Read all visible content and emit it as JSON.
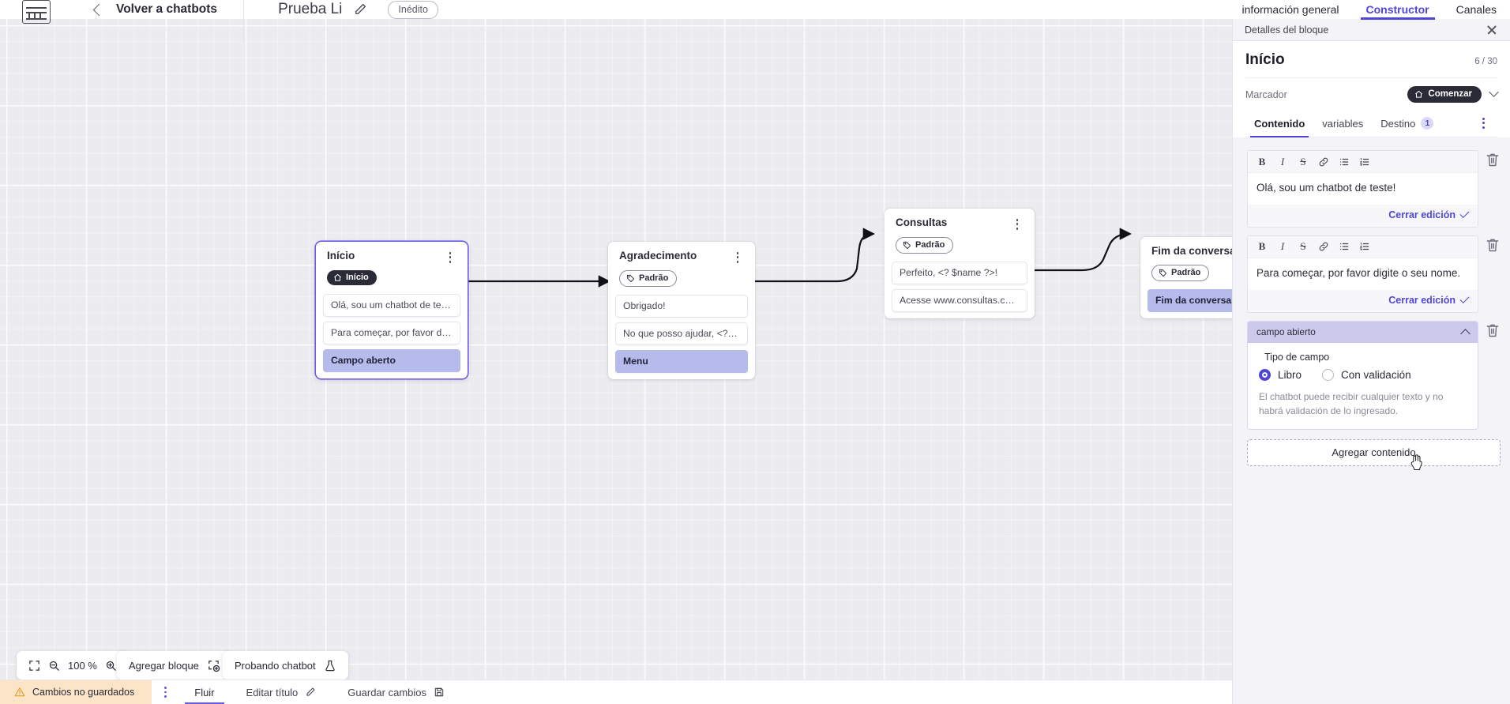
{
  "topbar": {
    "logo_name": "app-logo",
    "back_label": "Volver a chatbots",
    "bot_title": "Prueba Li",
    "edit_title_icon": "pencil-icon",
    "status_badge": "Inédito"
  },
  "right_tabs": [
    {
      "label": "información general",
      "active": false
    },
    {
      "label": "Constructor",
      "active": true
    },
    {
      "label": "Canales",
      "active": false
    }
  ],
  "panel": {
    "header_label": "Detalles del bloque",
    "close_icon": "close-icon",
    "block_name": "Início",
    "char_count": "6 / 30",
    "marker_label": "Marcador",
    "marker_value": "Comenzar",
    "marker_icon": "home-icon",
    "tabs": [
      {
        "label": "Contenido",
        "badge": "",
        "active": true
      },
      {
        "label": "variables",
        "badge": "",
        "active": false
      },
      {
        "label": "Destino",
        "badge": "1",
        "active": false
      }
    ],
    "tabs_more_icon": "kebab-menu-icon",
    "editor_toolbar": [
      "B",
      "I",
      "S",
      "link",
      "bullet-list",
      "numbered-list"
    ],
    "blocks": [
      {
        "type": "text",
        "value": "Olá, sou um chatbot de teste!",
        "close_label": "Cerrar edición"
      },
      {
        "type": "text",
        "value": "Para começar, por favor digite o seu nome.",
        "close_label": "Cerrar edición"
      }
    ],
    "field_block": {
      "name": "campo abierto",
      "field_type_label": "Tipo de campo",
      "options": [
        {
          "label": "Libro",
          "selected": true
        },
        {
          "label": "Con validación",
          "selected": false
        }
      ],
      "hint": "El chatbot puede recibir cualquier texto y no habrá validación de lo ingresado."
    },
    "add_content_label": "Agregar contenido",
    "accent_color": "#4f46d6"
  },
  "canvas": {
    "nodes": [
      {
        "title": "Início",
        "tag": "Início",
        "tag_style": "dark",
        "tag_icon": "home-icon",
        "selected": true,
        "messages": [
          {
            "text": "Olá, sou um chatbot de teste!",
            "kind": "text"
          },
          {
            "text": "Para começar, por favor digite o ...",
            "kind": "text"
          },
          {
            "text": "Campo aberto",
            "kind": "action"
          }
        ]
      },
      {
        "title": "Agradecimento",
        "tag": "Padrão",
        "tag_style": "light",
        "tag_icon": "tag-icon",
        "selected": false,
        "messages": [
          {
            "text": "Obrigado!",
            "kind": "text"
          },
          {
            "text": "No que posso ajudar, <? $name ...",
            "kind": "text"
          },
          {
            "text": "Menu",
            "kind": "action"
          }
        ]
      },
      {
        "title": "Consultas",
        "tag": "Padrão",
        "tag_style": "light",
        "tag_icon": "tag-icon",
        "selected": false,
        "messages": [
          {
            "text": "Perfeito, <? $name ?>!",
            "kind": "text"
          },
          {
            "text": "Acesse www.consultas.com par...",
            "kind": "text"
          }
        ]
      },
      {
        "title": "Fim da conversa",
        "tag": "Padrão",
        "tag_style": "light",
        "tag_icon": "tag-icon",
        "selected": false,
        "messages": [
          {
            "text": "Fim da conversa",
            "kind": "action"
          }
        ]
      }
    ]
  },
  "tools": {
    "fit_icon": "fit-screen-icon",
    "zoom_out_icon": "zoom-out-icon",
    "zoom_level": "100 %",
    "zoom_in_icon": "zoom-in-icon",
    "add_block_label": "Agregar bloque",
    "add_block_icon": "add-block-icon",
    "test_label": "Probando chatbot",
    "test_icon": "flask-icon"
  },
  "statusbar": {
    "unsaved_label": "Cambios no guardados",
    "warning_icon": "warning-icon",
    "more_icon": "kebab-menu-icon",
    "tabs": [
      {
        "label": "Fluir",
        "icon": "",
        "active": true
      },
      {
        "label": "Editar título",
        "icon": "pencil-icon",
        "active": false
      },
      {
        "label": "Guardar cambios",
        "icon": "save-icon",
        "active": false
      }
    ]
  }
}
